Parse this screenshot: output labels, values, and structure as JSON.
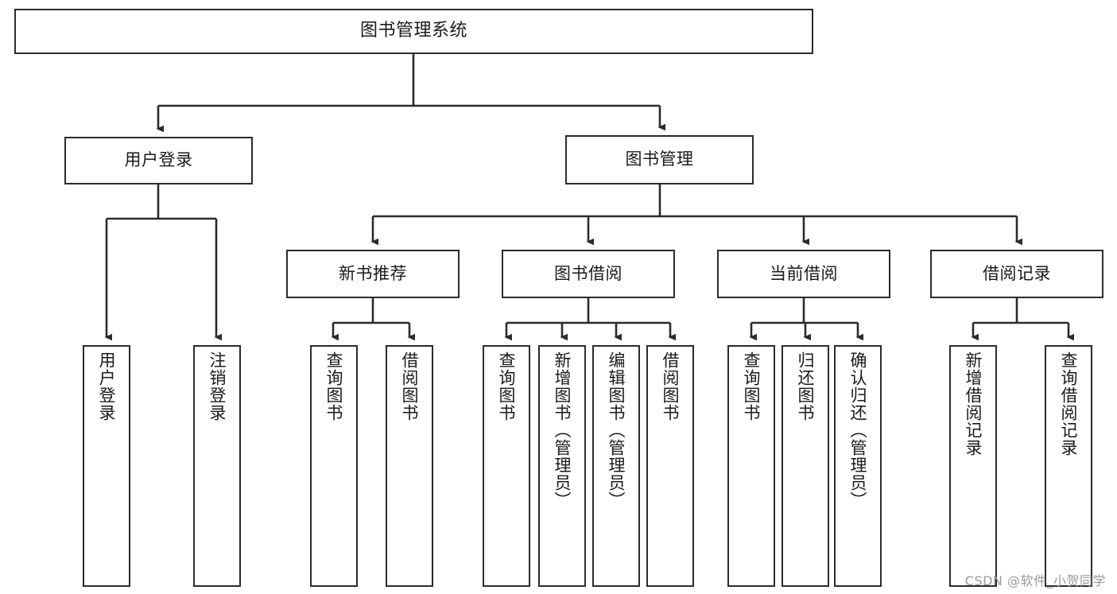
{
  "diagram": {
    "title": "图书管理系统",
    "type": "tree",
    "watermark": "CSDN @软件_小贺同学",
    "colors": {
      "background": "#ffffff",
      "box_fill": "#ffffff",
      "box_border": "#2b2b2b",
      "connector": "#2b2b2b",
      "text": "#1a1a1a",
      "watermark": "#9a9a9a"
    }
  },
  "nodes": {
    "root": {
      "label": "图书管理系统"
    },
    "level1": [
      {
        "label": "用户登录"
      },
      {
        "label": "图书管理"
      }
    ],
    "level2": [
      {
        "label": "新书推荐"
      },
      {
        "label": "图书借阅"
      },
      {
        "label": "当前借阅"
      },
      {
        "label": "借阅记录"
      }
    ],
    "leaves": {
      "user_login": [
        {
          "label": "用户登录"
        },
        {
          "label": "注销登录"
        }
      ],
      "new_book": [
        {
          "label": "查询图书"
        },
        {
          "label": "借阅图书"
        }
      ],
      "book_borrow": [
        {
          "label": "查询图书"
        },
        {
          "label": "新增图书（管理员）"
        },
        {
          "label": "编辑图书（管理员）"
        },
        {
          "label": "借阅图书"
        }
      ],
      "current_borrow": [
        {
          "label": "查询图书"
        },
        {
          "label": "归还图书"
        },
        {
          "label": "确认归还（管理员）"
        }
      ],
      "borrow_record": [
        {
          "label": "新增借阅记录"
        },
        {
          "label": "查询借阅记录"
        }
      ]
    }
  }
}
